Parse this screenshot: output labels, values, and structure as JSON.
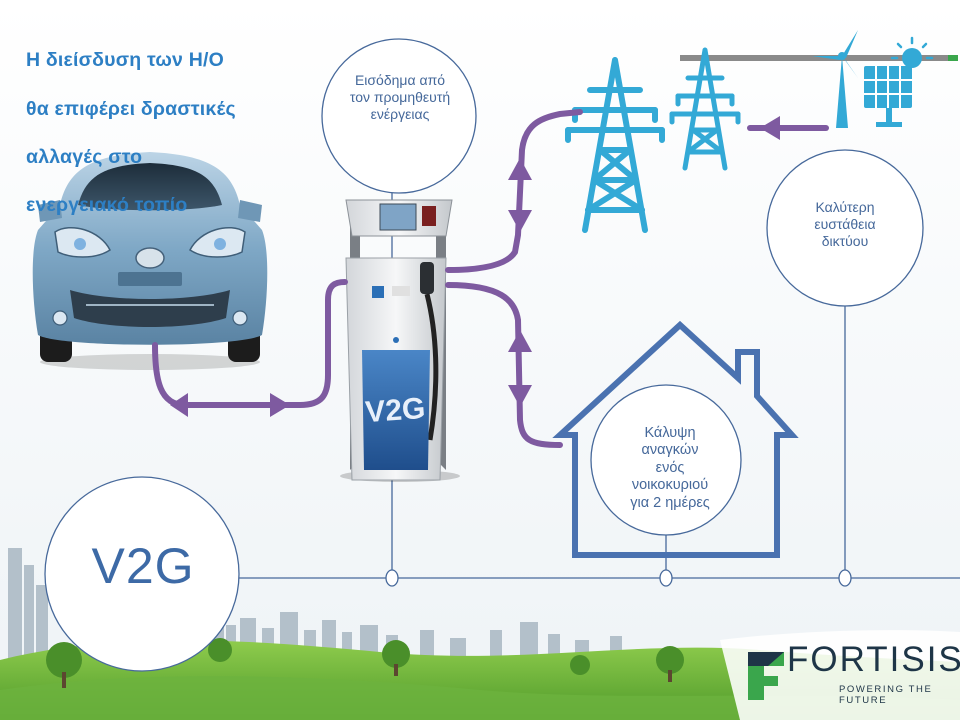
{
  "title_lines": [
    "Η διείσδυση των Η/Ο",
    "θα επιφέρει δραστικές",
    "αλλαγές στο",
    "ενεργειακό τοπίο"
  ],
  "income_lines": [
    "Εισόδημα από",
    "τον προμηθευτή",
    "ενέργειας"
  ],
  "stability_lines": [
    "Καλύτερη",
    "ευστάθεια",
    "δικτύου"
  ],
  "household_lines": [
    "Κάλυψη",
    "αναγκών",
    "ενός",
    "νοικοκυριού",
    "για 2 ημέρες"
  ],
  "v2g_label": "V2G",
  "charger_sign": "V2G",
  "brand": {
    "name": "FORTISIS",
    "tagline": "POWERING THE FUTURE"
  },
  "colors": {
    "title": "#2d7fc4",
    "flow_arrows": "#7e5aa0",
    "house": "#4a72b0",
    "bubble_outline": "#47699b",
    "pylon": "#33a9d6",
    "grass": "#6db33f",
    "brand_mark": "#3aa64c"
  }
}
